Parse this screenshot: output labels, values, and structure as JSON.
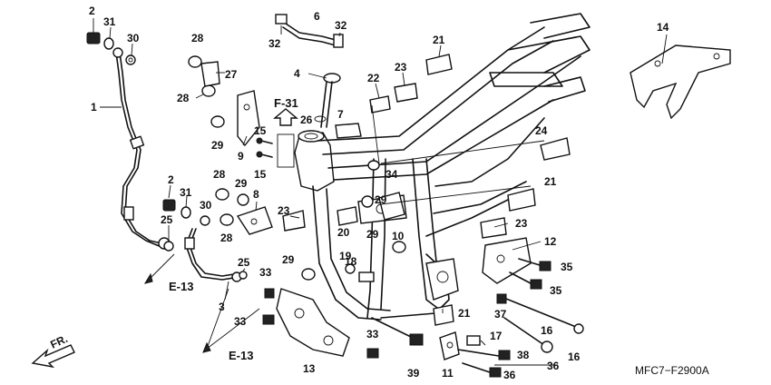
{
  "diagram": {
    "code": "MFC7−F2900A",
    "direction_label": "FR.",
    "ref_f31": "F-31",
    "ref_e13_a": "E-13",
    "ref_e13_b": "E-13",
    "callouts": [
      {
        "id": "c2a",
        "text": "2"
      },
      {
        "id": "c31a",
        "text": "31"
      },
      {
        "id": "c30a",
        "text": "30"
      },
      {
        "id": "c1",
        "text": "1"
      },
      {
        "id": "c2b",
        "text": "2"
      },
      {
        "id": "c31b",
        "text": "31"
      },
      {
        "id": "c30b",
        "text": "30"
      },
      {
        "id": "c25a",
        "text": "25"
      },
      {
        "id": "c25b",
        "text": "25"
      },
      {
        "id": "c3",
        "text": "3"
      },
      {
        "id": "c28a",
        "text": "28"
      },
      {
        "id": "c27",
        "text": "27"
      },
      {
        "id": "c28b",
        "text": "28"
      },
      {
        "id": "c29a",
        "text": "29"
      },
      {
        "id": "c9",
        "text": "9"
      },
      {
        "id": "c28c",
        "text": "28"
      },
      {
        "id": "c29b",
        "text": "29"
      },
      {
        "id": "c8",
        "text": "8"
      },
      {
        "id": "c28d",
        "text": "28"
      },
      {
        "id": "c6",
        "text": "6"
      },
      {
        "id": "c32a",
        "text": "32"
      },
      {
        "id": "c32b",
        "text": "32"
      },
      {
        "id": "c4",
        "text": "4"
      },
      {
        "id": "c7",
        "text": "7"
      },
      {
        "id": "c26",
        "text": "26"
      },
      {
        "id": "c15a",
        "text": "15"
      },
      {
        "id": "c15b",
        "text": "15"
      },
      {
        "id": "c22",
        "text": "22"
      },
      {
        "id": "c23a",
        "text": "23"
      },
      {
        "id": "c21a",
        "text": "21"
      },
      {
        "id": "c24",
        "text": "24"
      },
      {
        "id": "c34",
        "text": "34"
      },
      {
        "id": "c29c",
        "text": "29"
      },
      {
        "id": "c23b",
        "text": "23"
      },
      {
        "id": "c20",
        "text": "20"
      },
      {
        "id": "c10",
        "text": "10"
      },
      {
        "id": "c29d",
        "text": "29"
      },
      {
        "id": "c19",
        "text": "19"
      },
      {
        "id": "c18",
        "text": "18"
      },
      {
        "id": "c29e",
        "text": "29"
      },
      {
        "id": "c33a",
        "text": "33"
      },
      {
        "id": "c33b",
        "text": "33"
      },
      {
        "id": "c33c",
        "text": "33"
      },
      {
        "id": "c13",
        "text": "13"
      },
      {
        "id": "c39",
        "text": "39"
      },
      {
        "id": "c11",
        "text": "11"
      },
      {
        "id": "c21b",
        "text": "21"
      },
      {
        "id": "c21c",
        "text": "21"
      },
      {
        "id": "c23c",
        "text": "23"
      },
      {
        "id": "c12",
        "text": "12"
      },
      {
        "id": "c35a",
        "text": "35"
      },
      {
        "id": "c35b",
        "text": "35"
      },
      {
        "id": "c37",
        "text": "37"
      },
      {
        "id": "c16a",
        "text": "16"
      },
      {
        "id": "c16b",
        "text": "16"
      },
      {
        "id": "c17",
        "text": "17"
      },
      {
        "id": "c38",
        "text": "38"
      },
      {
        "id": "c36a",
        "text": "36"
      },
      {
        "id": "c36b",
        "text": "36"
      },
      {
        "id": "c14",
        "text": "14"
      }
    ]
  }
}
